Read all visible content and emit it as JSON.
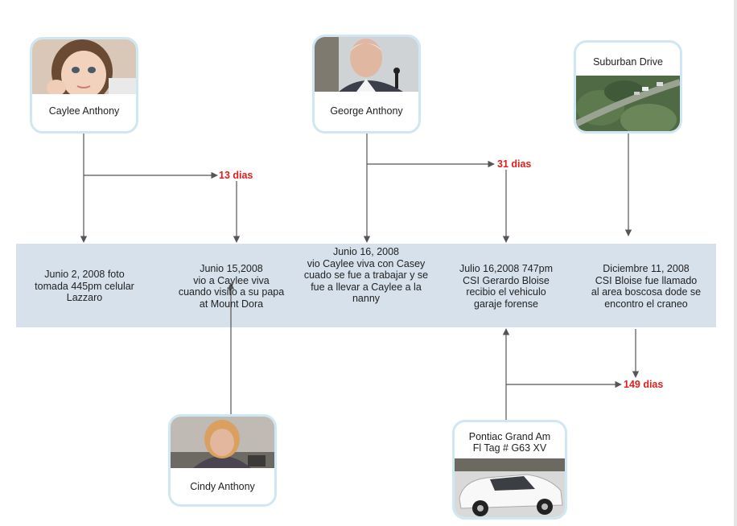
{
  "events": [
    {
      "id": "e1",
      "lines": [
        "Junio 2, 2008 foto",
        "tomada 445pm celular",
        "Lazzaro"
      ]
    },
    {
      "id": "e2",
      "lines": [
        "Junio 15,2008",
        "vio a Caylee viva",
        "cuando visito a su papa",
        "at Mount Dora"
      ]
    },
    {
      "id": "e3",
      "lines": [
        "Junio 16, 2008",
        "vio Caylee viva con Casey",
        "cuado se fue a trabajar y se",
        "fue a llevar a Caylee a la",
        "nanny"
      ]
    },
    {
      "id": "e4",
      "lines": [
        "Julio 16,2008 747pm",
        "CSI Gerardo Bloise",
        "recibio el vehiculo",
        "garaje forense"
      ]
    },
    {
      "id": "e5",
      "lines": [
        "Diciembre 11, 2008",
        "CSI Bloise fue llamado",
        "al area boscosa dode se",
        "encontro el craneo"
      ]
    }
  ],
  "cards": {
    "caylee": {
      "caption": "Caylee Anthony",
      "photo": "child-portrait"
    },
    "george": {
      "caption": "George Anthony",
      "photo": "man-portrait"
    },
    "suburban": {
      "caption": "Suburban Drive",
      "photo": "aerial-woods"
    },
    "cindy": {
      "caption": "Cindy Anthony",
      "photo": "woman-portrait"
    },
    "pontiac": {
      "caption_lines": [
        "Pontiac Grand Am",
        "Fl Tag # G63 XV"
      ],
      "photo": "white-car"
    }
  },
  "intervals": {
    "d13": "13 dias",
    "d31": "31 dias",
    "d149": "149 dias"
  },
  "colors": {
    "band": "#d6e1ec",
    "card_border": "#cfe6f3",
    "connector": "#555555",
    "interval_text": "#e01e1e"
  }
}
